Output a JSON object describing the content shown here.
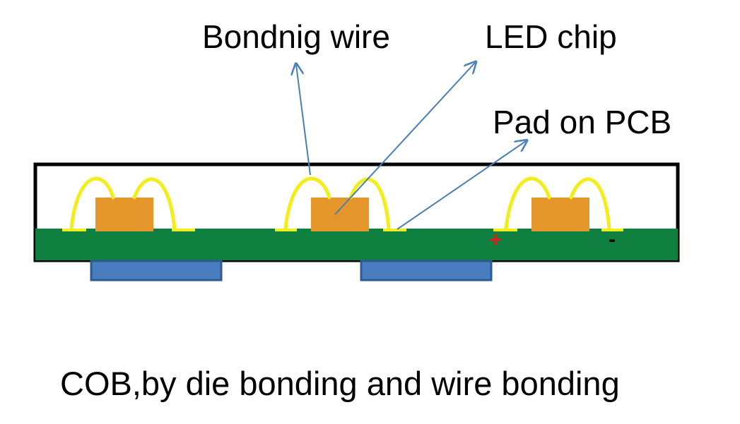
{
  "labels": {
    "bonding_wire": "Bondnig wire",
    "led_chip": "LED chip",
    "pad_on_pcb": "Pad on PCB"
  },
  "polarity": {
    "positive": "+",
    "negative": "-"
  },
  "caption": "COB,by die bonding and wire bonding",
  "colors": {
    "pcb": "#0f7f3f",
    "chip": "#e5962a",
    "wire": "#f2ee1c",
    "bottom_pad": "#4a7cc0",
    "bottom_pad_border": "#2d5a93",
    "arrow": "#4a7fb5",
    "positive_mark": "#e01b1b",
    "outline": "#000000"
  }
}
